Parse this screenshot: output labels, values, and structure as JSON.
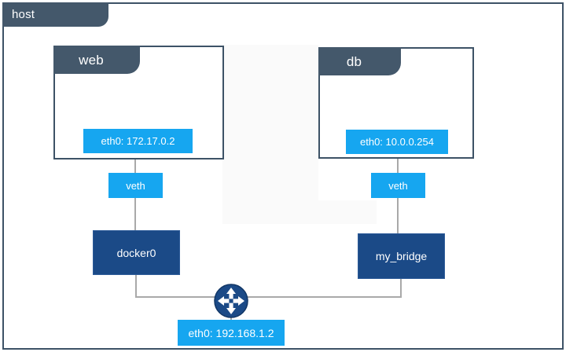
{
  "diagram": {
    "title": "host",
    "type": "network-topology",
    "colors": {
      "frame_border": "#3d5266",
      "tab_fill": "#44586b",
      "interface_chip": "#16a6f0",
      "bridge_fill": "#1b4a87",
      "connector_line": "#a9a9a9",
      "canvas_bg": "#ffffff"
    }
  },
  "host": {
    "label": "host"
  },
  "containers": [
    {
      "name": "web",
      "interface": "eth0: 172.17.0.2",
      "veth": "veth",
      "bridge": "docker0"
    },
    {
      "name": "db",
      "interface": "eth0: 10.0.0.254",
      "veth": "veth",
      "bridge": "my_bridge"
    }
  ],
  "nodes": {
    "web_title": "web",
    "db_title": "db",
    "web_eth0": "eth0: 172.17.0.2",
    "db_eth0": "eth0: 10.0.0.254",
    "veth_left": "veth",
    "veth_right": "veth",
    "docker0": "docker0",
    "my_bridge": "my_bridge",
    "host_eth0": "eth0: 192.168.1.2",
    "router_icon": "router-icon"
  }
}
